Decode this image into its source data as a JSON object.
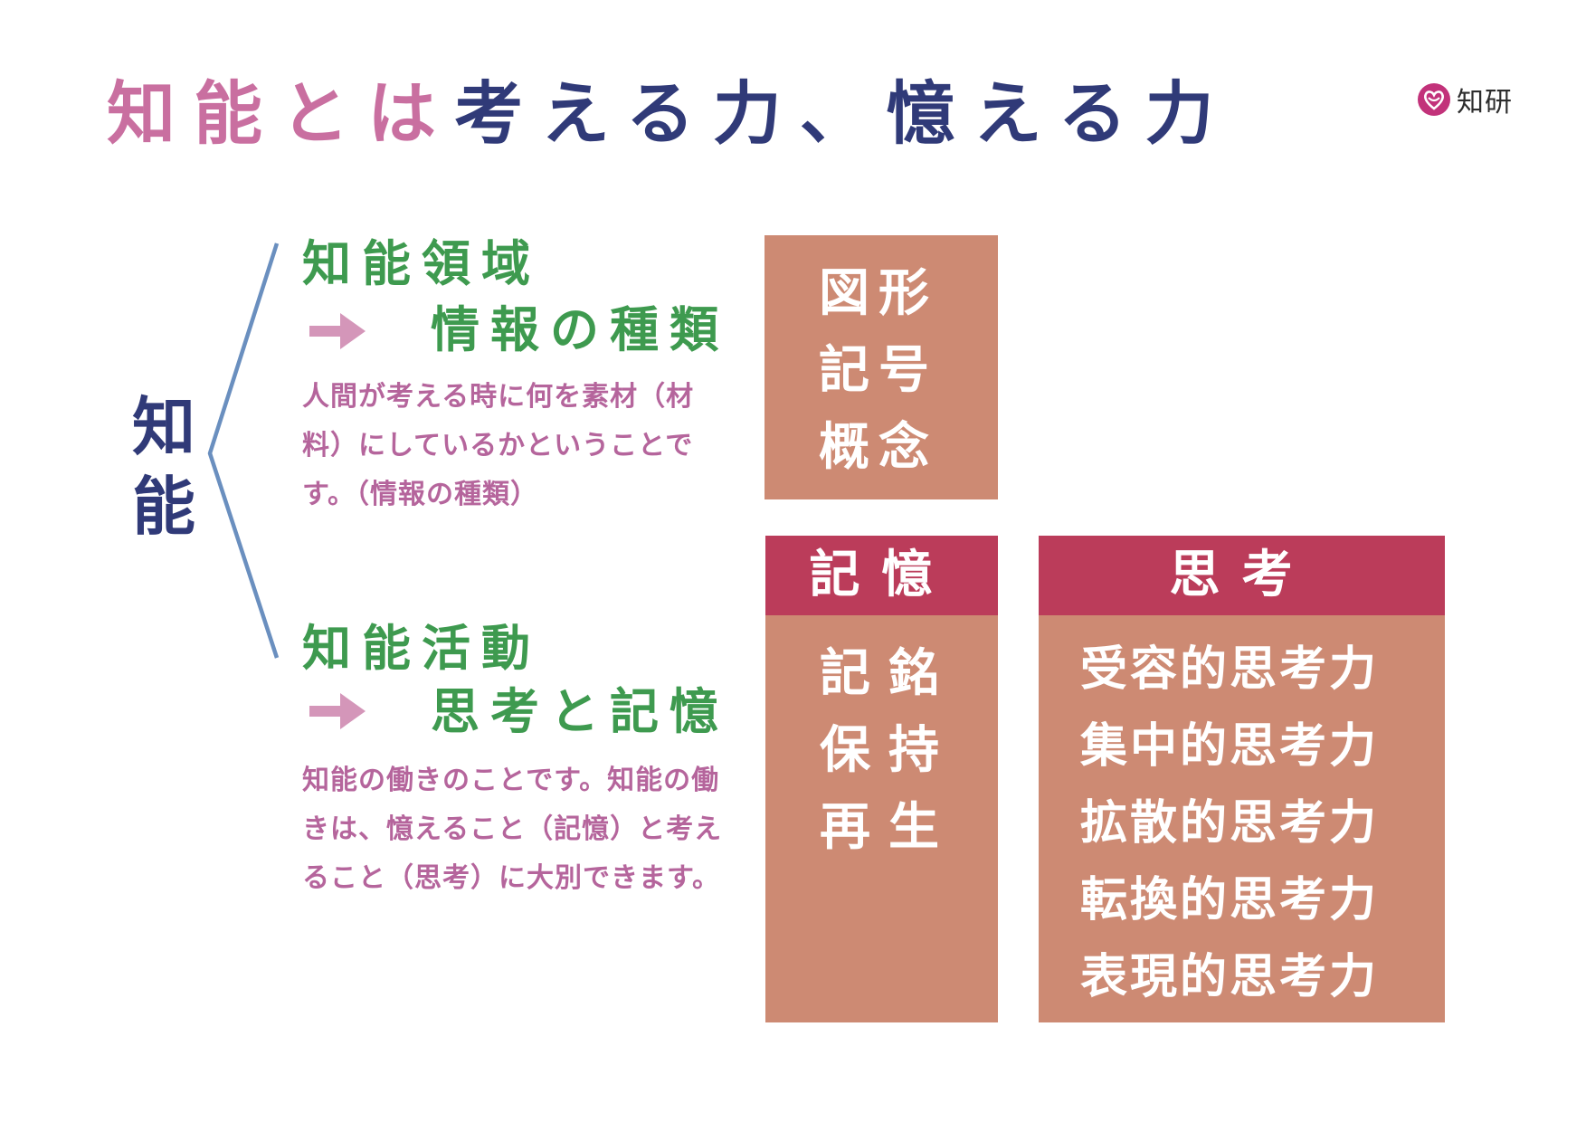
{
  "title": {
    "part1": "知能とは",
    "part2": "考える力、憶える力"
  },
  "logo": {
    "text": "知研",
    "icon": "heart-emblem-icon"
  },
  "left_label": {
    "char1": "知",
    "char2": "能"
  },
  "domain_section": {
    "heading": "知能領域",
    "arrow_icon": "right-arrow-icon",
    "subheading": "情報の種類",
    "description": "人間が考える時に何を素材（材料）にしているかということです。（情報の種類）"
  },
  "activity_section": {
    "heading": "知能活動",
    "arrow_icon": "right-arrow-icon",
    "subheading": "思考と記憶",
    "description": "知能の働きのことです。知能の働きは、憶えること（記憶）と考えること（思考）に大別できます。"
  },
  "info_box": {
    "items": [
      "図形",
      "記号",
      "概念"
    ]
  },
  "memory_box": {
    "header": "記憶",
    "items": [
      "記銘",
      "保持",
      "再生"
    ]
  },
  "thinking_box": {
    "header": "思考",
    "items": [
      "受容的思考力",
      "集中的思考力",
      "拡散的思考力",
      "転換的思考力",
      "表現的思考力"
    ]
  },
  "colors": {
    "title_pink": "#c96fa0",
    "title_navy": "#303a78",
    "heading_green": "#3e9a4f",
    "description_pink": "#b5659c",
    "box_fill": "#cd8a73",
    "box_header": "#bb3c5a",
    "bracket_blue": "#6a8fbf",
    "arrow_pink": "#d496b9"
  }
}
